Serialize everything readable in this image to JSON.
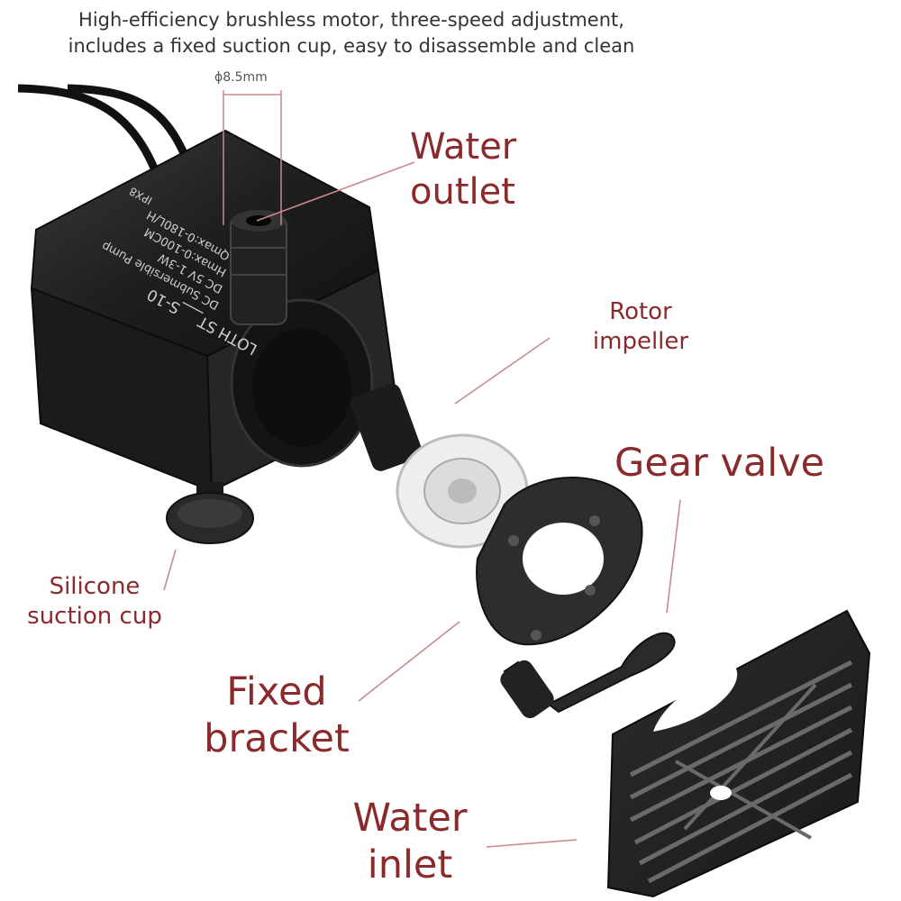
{
  "header": {
    "line1": "High-efficiency brushless motor, three-speed adjustment,",
    "line2": "includes a fixed suction cup, easy to disassemble and clean"
  },
  "dimension": {
    "outlet_diameter": "ϕ8.5mm"
  },
  "pump_marking": {
    "model": "ST___S-10",
    "type": "DC Submersible Pump",
    "spec1": "DC 5V 1-3W",
    "spec2": "Hmax:0-100CM",
    "spec3": "Qmax:0-180L/H",
    "rating": "IPX8",
    "brand": "LOTH"
  },
  "labels": {
    "water_outlet": [
      "Water",
      "outlet"
    ],
    "rotor_impeller": [
      "Rotor",
      "impeller"
    ],
    "gear_valve": "Gear valve",
    "silicone_suction_cup": [
      "Silicone",
      "suction cup"
    ],
    "fixed_bracket": [
      "Fixed",
      "bracket"
    ],
    "water_inlet": [
      "Water",
      "inlet"
    ]
  },
  "colors": {
    "label": "#8b2a2c",
    "leader_line": "#c98a8c",
    "product_body": "#1f1f1f",
    "impeller": "#e8e8e8"
  }
}
